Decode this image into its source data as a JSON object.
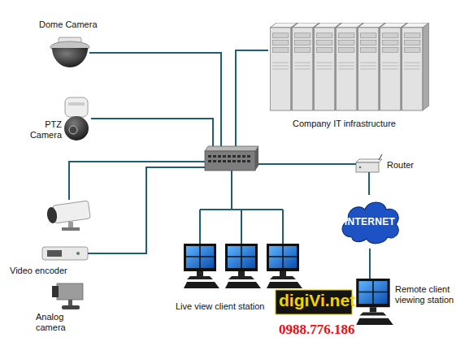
{
  "diagram": {
    "nodes": [
      {
        "text": [
          "Dome Camera"
        ]
      },
      {
        "text": [
          "Company IT infrastructure"
        ]
      },
      {
        "text": [
          "PTZ Camera"
        ]
      },
      {
        "text": []
      },
      {
        "text": [
          "Router"
        ]
      },
      {
        "text": []
      },
      {
        "text": [
          "INTERNET"
        ]
      },
      {
        "text": [
          "Video encoder"
        ]
      },
      {
        "text": [
          "Live view client station"
        ]
      },
      {
        "text": [
          "Analog camera"
        ]
      },
      {
        "text": [
          "Remote client viewing station"
        ]
      }
    ],
    "edges": [
      {
        "from": 0,
        "to": 3,
        "arrow": "none"
      },
      {
        "from": 1,
        "to": 3,
        "arrow": "none"
      },
      {
        "from": 2,
        "to": 3,
        "arrow": "none"
      },
      {
        "from": 3,
        "to": 4,
        "arrow": "none"
      },
      {
        "from": 5,
        "to": 3,
        "arrow": "none"
      },
      {
        "from": 7,
        "to": 3,
        "arrow": "none"
      },
      {
        "from": 3,
        "to": 8,
        "arrow": "none"
      },
      {
        "from": 4,
        "to": 6,
        "arrow": "none"
      },
      {
        "from": 6,
        "to": 10,
        "arrow": "none"
      }
    ],
    "labels": [
      "digiVi.net",
      "0988.776.186"
    ]
  }
}
